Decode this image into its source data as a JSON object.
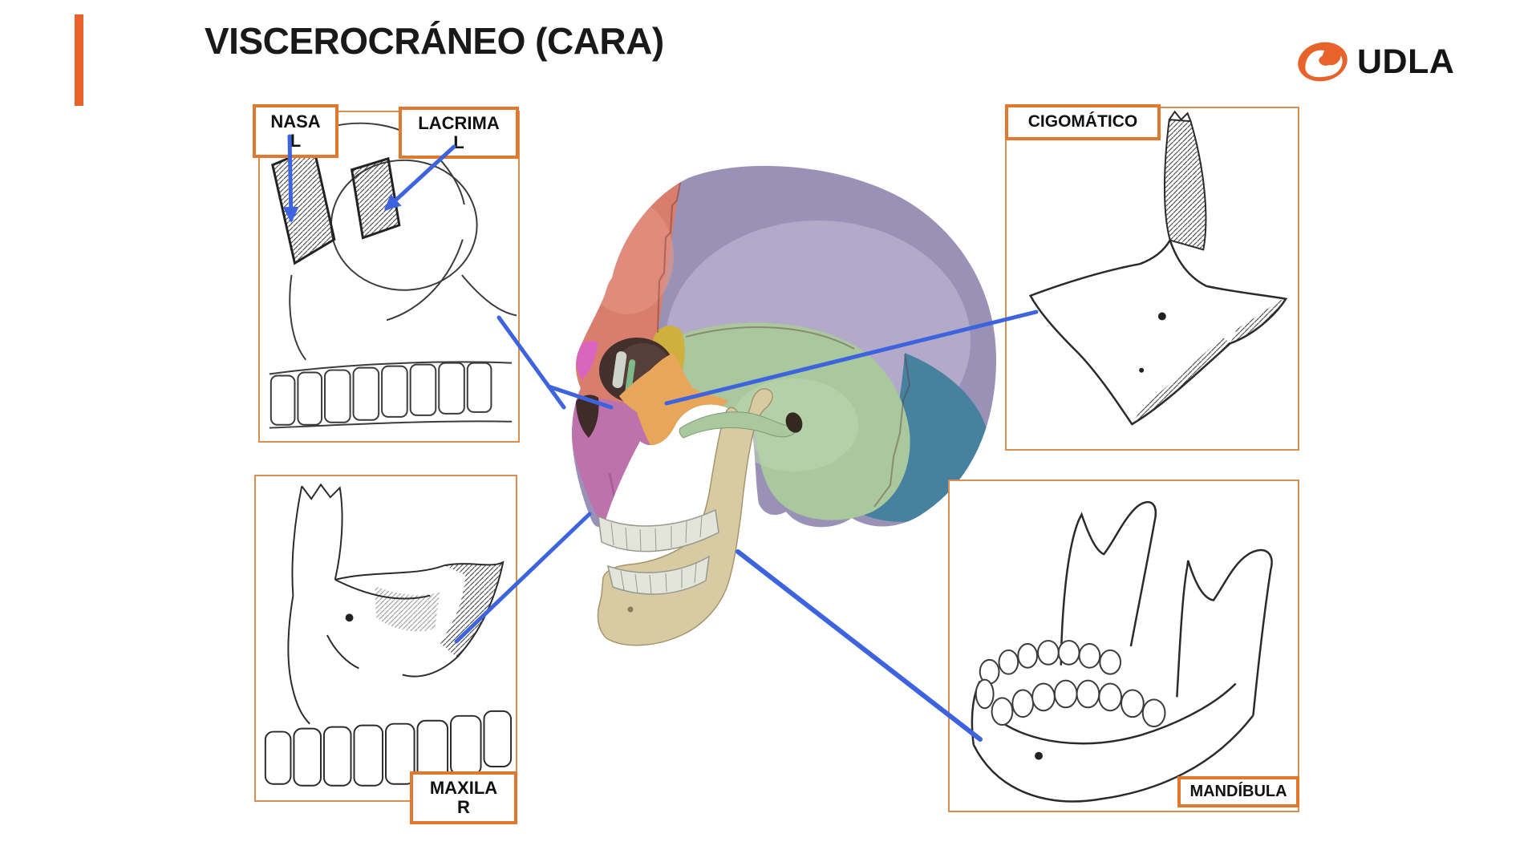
{
  "slide": {
    "title": "VISCEROCRÁNEO (CARA)",
    "accent_color": "#E8632C",
    "background_color": "#FFFFFF"
  },
  "logo": {
    "text": "UDLA",
    "icon": "udla-leaf-swoosh-icon",
    "icon_color": "#E8632C",
    "text_color": "#151515"
  },
  "colors": {
    "panel_border": "#D9904F",
    "label_box_border": "#E2772F",
    "connector_line": "#3D64DE",
    "label_text": "#111111",
    "title_text": "#191919"
  },
  "labels": {
    "nasal": {
      "label": "NASAL",
      "lines": [
        "NASA",
        "L"
      ]
    },
    "lacrimal": {
      "label": "LACRIMAL",
      "lines": [
        "LACRIMA",
        "L"
      ]
    },
    "cigomatico": {
      "label": "CIGOMÁTICO",
      "lines": [
        "CIGOMÁTICO"
      ]
    },
    "maxilar": {
      "label": "MAXILAR",
      "lines": [
        "MAXILA",
        "R"
      ]
    },
    "mandibula": {
      "label": "MANDÍBULA",
      "lines": [
        "MANDÍBULA"
      ]
    }
  },
  "skull_regions": [
    {
      "name": "frontal",
      "color": "#D97D6D"
    },
    {
      "name": "parietal",
      "color": "#9A92B6"
    },
    {
      "name": "temporal",
      "color": "#A9C89E"
    },
    {
      "name": "occipital",
      "color": "#46819F"
    },
    {
      "name": "esfenoides",
      "color": "#CFAF3D"
    },
    {
      "name": "nasal",
      "color": "#D965BE"
    },
    {
      "name": "lacrimal",
      "color": "#7FB98A"
    },
    {
      "name": "cigomatico",
      "color": "#E7A65A"
    },
    {
      "name": "maxilar",
      "color": "#BE72AC"
    },
    {
      "name": "mandibula",
      "color": "#D8CBA4"
    },
    {
      "name": "dientes",
      "color": "#E3E5DB"
    }
  ]
}
